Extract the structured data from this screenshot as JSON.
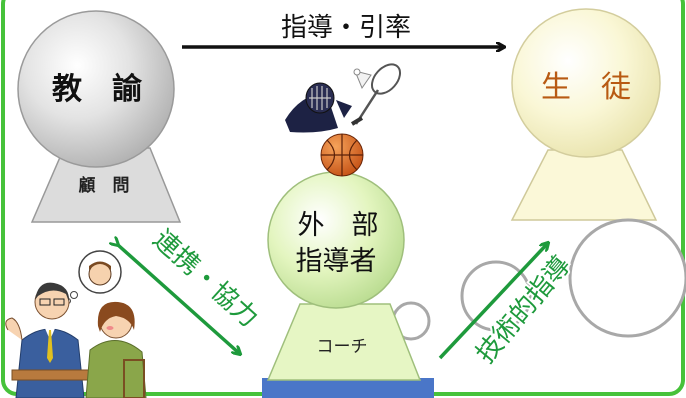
{
  "teacher": {
    "label": "教　諭",
    "role": "顧　問"
  },
  "student": {
    "label": "生　徒"
  },
  "coach": {
    "label_line1": "外　部",
    "label_line2": "指導者",
    "role": "コーチ"
  },
  "arrows": {
    "top": "指導・引率",
    "left": "連携・協力",
    "right": "技術的指導"
  },
  "colors": {
    "frame": "#46c23a",
    "teacher_fill": "#dcdcdc",
    "student_fill": "#fbf8d8",
    "coach_fill": "#e6f6c4",
    "arrow_green": "#1e9a3c",
    "student_text": "#b85a12",
    "pedestal": "#4a76c8"
  },
  "icons": [
    "kendo-mask-icon",
    "badminton-racket-icon",
    "basketball-icon",
    "teacher-parent-meeting-illustration"
  ]
}
